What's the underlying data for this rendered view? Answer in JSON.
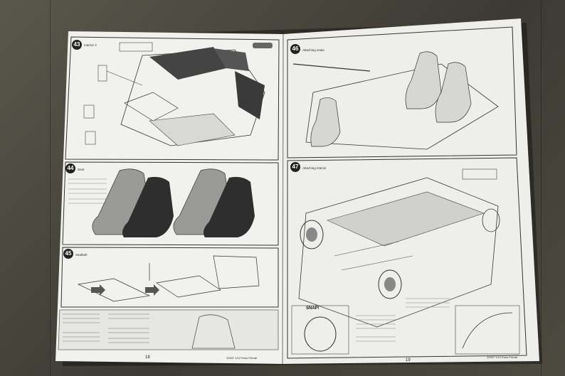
{
  "colors": {
    "paper": "#f2f2ef",
    "ink": "#2a2a2a",
    "gray_part": "#555555",
    "background": "#4a4840"
  },
  "left_page": {
    "steps": [
      {
        "number": "43",
        "label": "Interior 2"
      },
      {
        "number": "44",
        "label": "Seat"
      },
      {
        "number": "45",
        "label": "Seatbelt"
      }
    ],
    "page_number": "18",
    "footer_code": "12047 1/12 Enzo Ferrari"
  },
  "right_page": {
    "steps": [
      {
        "number": "46",
        "label": "Attaching seats"
      },
      {
        "number": "47",
        "label": "Attaching interior"
      }
    ],
    "snap_label": "SNAP!",
    "page_number": "19",
    "footer_code": "12047 1/12 Enzo Ferrari"
  },
  "icons": [
    "screw-icon",
    "arrow-icon",
    "snap-icon"
  ]
}
